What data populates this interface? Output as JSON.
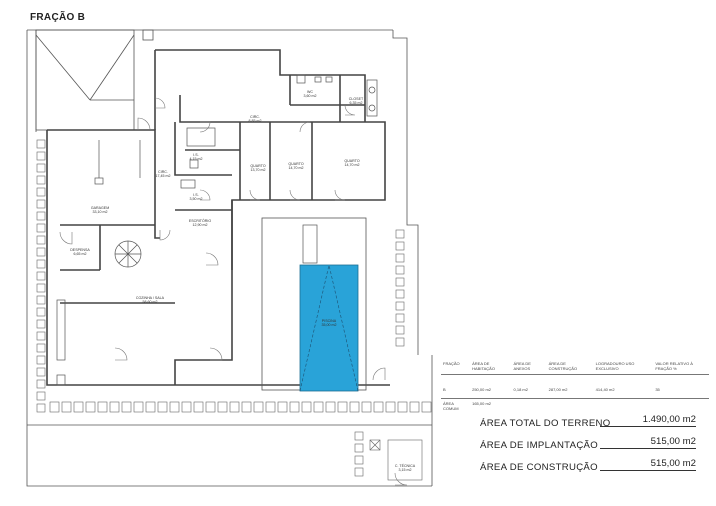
{
  "drawing": {
    "title": "FRAÇÃO B"
  },
  "rooms": {
    "garagem": [
      "GARAGEM",
      "33,10 m2"
    ],
    "arrumos": [
      "DESPENSA",
      "6,65 m2"
    ],
    "cozinha": [
      "COZINHA / SALA",
      "58,60 m2"
    ],
    "circ1": [
      "CIRC.",
      "17,45 m2"
    ],
    "circ2": [
      "CIRC.",
      "8,85 m2"
    ],
    "wc": [
      "WC",
      "3,60 m2"
    ],
    "closet": [
      "CLOSET",
      "6,35 m2"
    ],
    "is_small": [
      "I.S.",
      "4,15 m2"
    ],
    "is_small2": [
      "I.S.",
      "3,50 m2"
    ],
    "escritorio": [
      "ESCRITÓRIO",
      "12,90 m2"
    ],
    "quarto1": [
      "QUARTO",
      "13,70 m2"
    ],
    "quarto2": [
      "QUARTO",
      "14,70 m2"
    ],
    "quarto3": [
      "QUARTO",
      "14,70 m2"
    ],
    "piscina": [
      "PISCINA",
      "35,00 m2"
    ],
    "tecnica": [
      "C. TÉCNICA",
      "3,15 m2"
    ]
  },
  "table": {
    "headers": [
      "FRAÇÃO",
      "ÁREA DE HABITAÇÃO",
      "ÁREA DE ANEXOS",
      "ÁREA DE CONSTRUÇÃO",
      "LOGRADOURO USO EXCLUSIVO",
      "VALOR RELATIVO À FRAÇÃO %"
    ],
    "row": [
      "B",
      "250,00 m2",
      "0,18 m2",
      "287,00 m2",
      "414,40 m2",
      "35"
    ],
    "common_label": "ÁREA COMUM",
    "common_value": "165,00 m2"
  },
  "areas": [
    {
      "label": "ÁREA TOTAL DO TERRENO",
      "value": "1.490,00 m2"
    },
    {
      "label": "ÁREA DE IMPLANTAÇÃO",
      "value": "515,00 m2"
    },
    {
      "label": "ÁREA DE CONSTRUÇÃO",
      "value": "515,00 m2"
    }
  ],
  "colors": {
    "pool": "#29a3d8",
    "wall": "#444444",
    "line": "#555555"
  }
}
